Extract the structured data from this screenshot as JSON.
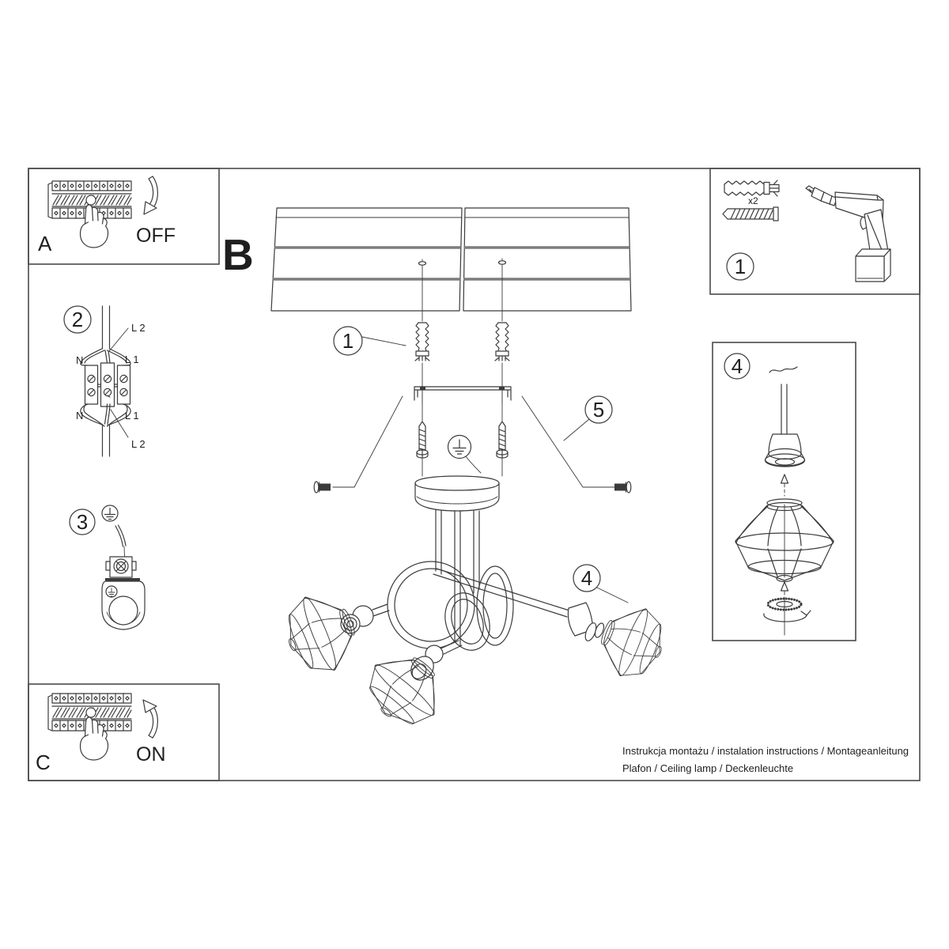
{
  "colors": {
    "line": "#3b3b3b",
    "line_soft": "#7d7d7d",
    "text": "#1f1f1f",
    "background": "#ffffff"
  },
  "footer": {
    "line1": "Instrukcja montażu / instalation instructions / Montageanleitung",
    "line2": "Plafon / Ceiling lamp / Deckenleuchte"
  },
  "panels": {
    "a": {
      "label": "A",
      "action": "OFF"
    },
    "b": {
      "label": "B"
    },
    "c": {
      "label": "C",
      "action": "ON"
    },
    "tools": {
      "step": "1",
      "qty": "x2"
    },
    "assembly": {
      "step": "4"
    }
  },
  "steps": {
    "wiring": "2",
    "grounding": "3"
  },
  "callouts": {
    "dowel": "1",
    "mounting": "5",
    "shade": "4"
  },
  "wiring": {
    "labels": {
      "top_l2": "L 2",
      "top_n": "N",
      "top_l1": "L 1",
      "bottom_n": "N",
      "bottom_l1": "L 1",
      "bottom_l2": "L 2"
    }
  }
}
